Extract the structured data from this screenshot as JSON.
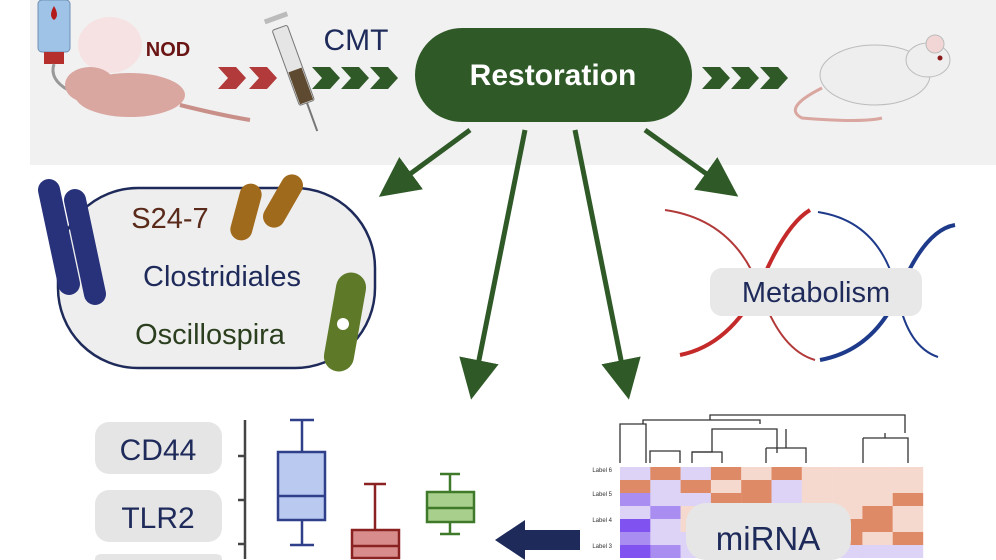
{
  "top": {
    "nod_label": "NOD",
    "cmt_label": "CMT",
    "restoration_label": "Restoration"
  },
  "bacteria": {
    "items": [
      "S24-7",
      "Clostridiales",
      "Oscillospira"
    ]
  },
  "metabolism": {
    "label": "Metabolism"
  },
  "markers": {
    "items": [
      "CD44",
      "TLR2",
      ""
    ]
  },
  "heatmap": {
    "title": "miRNA",
    "row_labels": [
      "Label 6",
      "Label 5",
      "Label 4",
      "Label 3"
    ]
  },
  "colors": {
    "dark_green": "#2f5a28",
    "red_arrow": "#b23a3a",
    "navy": "#1e2a5a",
    "banner": "#f1f1f1"
  }
}
